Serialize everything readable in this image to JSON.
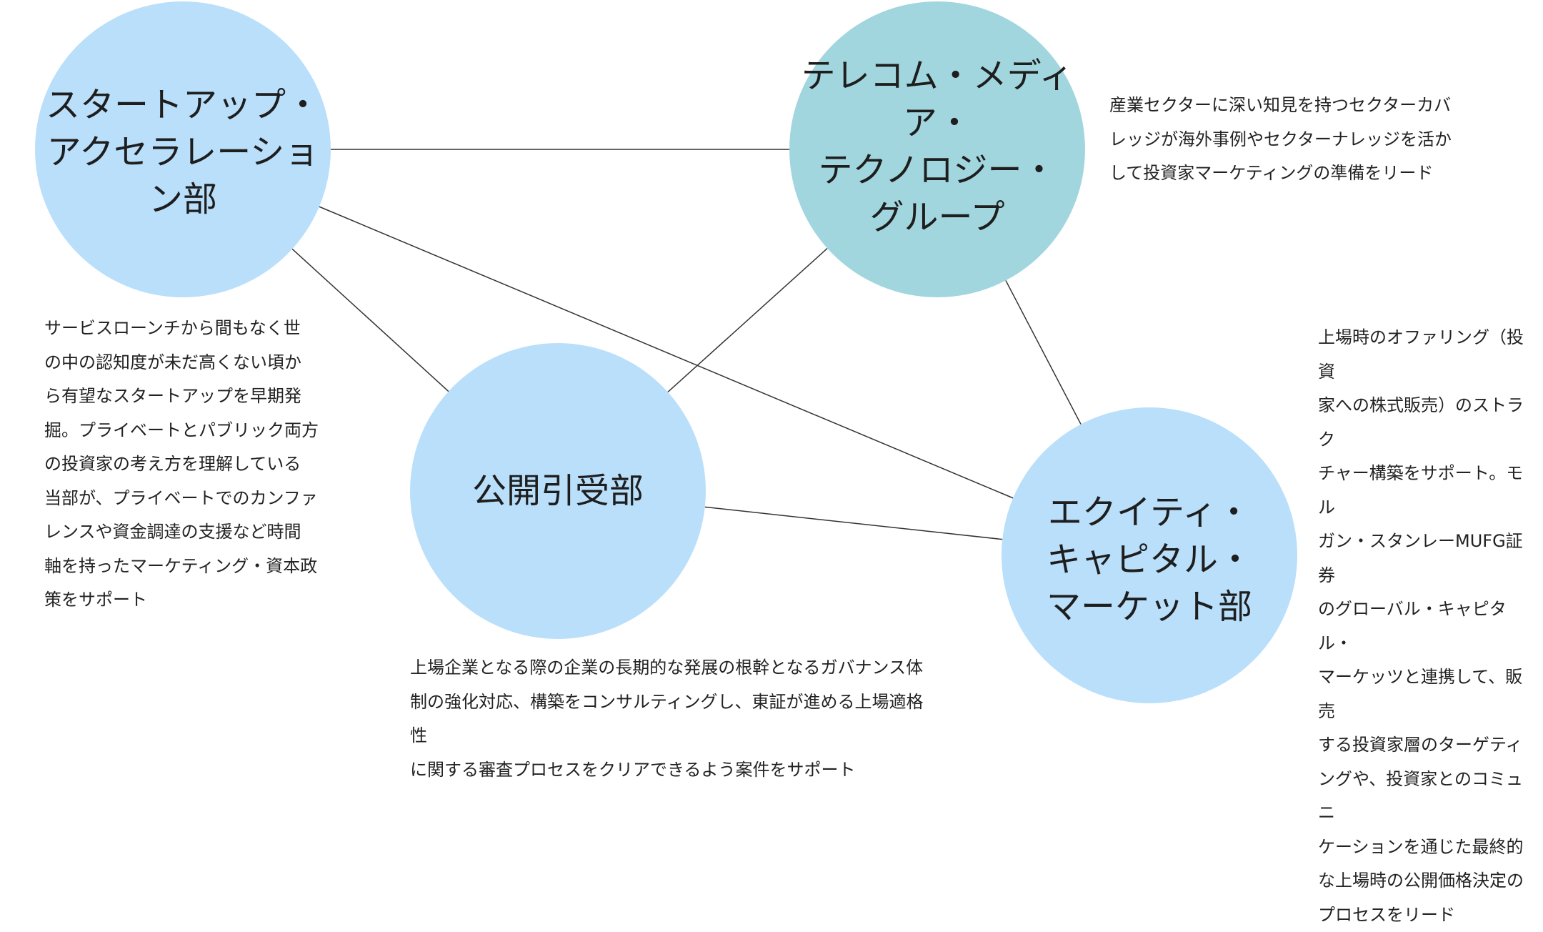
{
  "colors": {
    "node_light_blue": "#b9dffb",
    "node_teal": "#a2d6df",
    "connector": "#333333",
    "text": "#222222"
  },
  "nodes": {
    "startup": {
      "label": "スタートアップ・\nアクセラレーション部"
    },
    "telecom": {
      "label": "テレコム・メディア・\nテクノロジー・\nグループ"
    },
    "public": {
      "label": "公開引受部"
    },
    "equity": {
      "label": "エクイティ・\nキャピタル・\nマーケット部"
    }
  },
  "descriptions": {
    "startup": [
      "サービスローンチから間もなく世",
      "の中の認知度が未だ高くない頃か",
      "ら有望なスタートアップを早期発",
      "掘。プライベートとパブリック両方",
      "の投資家の考え方を理解している",
      "当部が、プライベートでのカンファ",
      "レンスや資金調達の支援など時間",
      "軸を持ったマーケティング・資本政",
      "策をサポート"
    ],
    "telecom": [
      "産業セクターに深い知見を持つセクターカバ",
      "レッジが海外事例やセクターナレッジを活か",
      "して投資家マーケティングの準備をリード"
    ],
    "equity": [
      "上場時のオファリング（投資",
      "家への株式販売）のストラク",
      "チャー構築をサポート。モル",
      "ガン・スタンレーMUFG証券",
      "のグローバル・キャピタル・",
      "マーケッツと連携して、販売",
      "する投資家層のターゲティ",
      "ングや、投資家とのコミュニ",
      "ケーションを通じた最終的",
      "な上場時の公開価格決定の",
      "プロセスをリード"
    ],
    "public": [
      "上場企業となる際の企業の長期的な発展の根幹となるガバナンス体",
      "制の強化対応、構築をコンサルティングし、東証が進める上場適格性",
      "に関する審査プロセスをクリアできるよう案件をサポート"
    ]
  },
  "connections": [
    [
      "startup",
      "telecom"
    ],
    [
      "startup",
      "public"
    ],
    [
      "startup",
      "equity"
    ],
    [
      "telecom",
      "public"
    ],
    [
      "telecom",
      "equity"
    ],
    [
      "public",
      "equity"
    ]
  ]
}
